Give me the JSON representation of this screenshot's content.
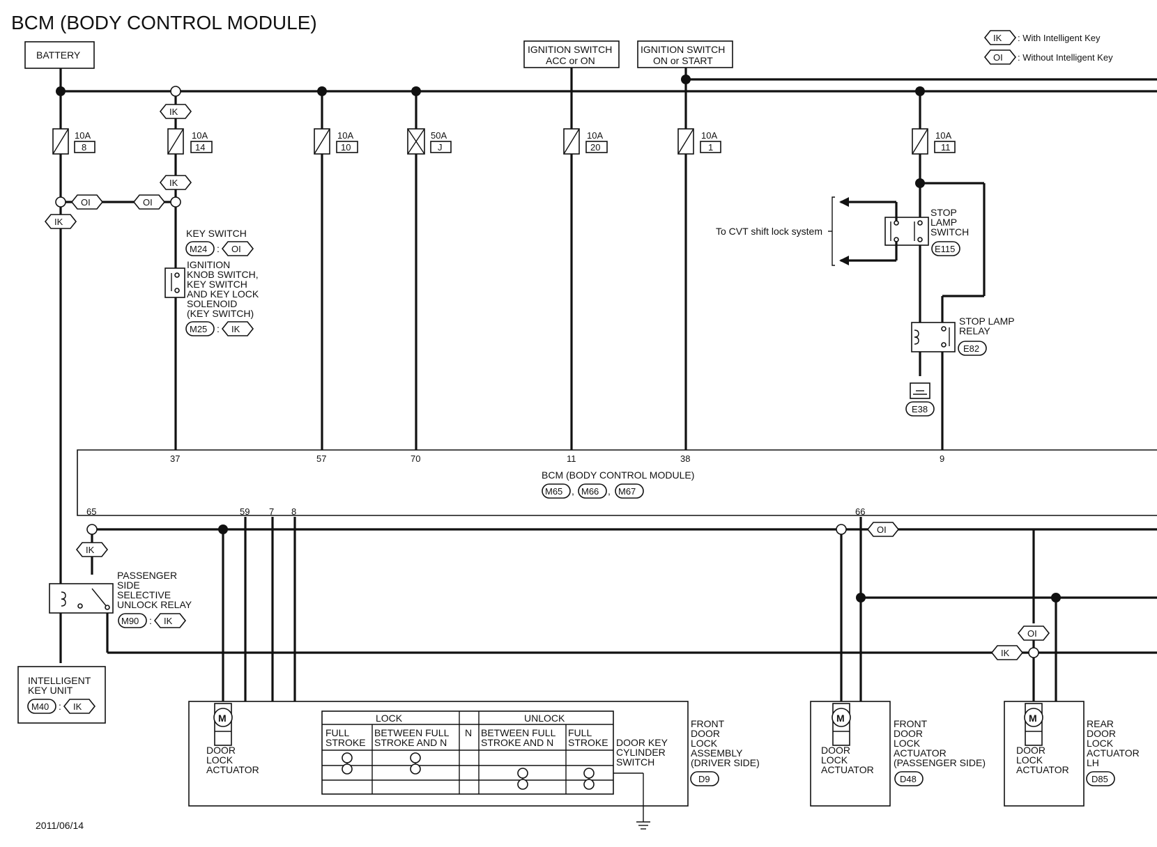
{
  "title": "BCM (BODY CONTROL MODULE)",
  "date": "2011/06/14",
  "legend": [
    {
      "code": "IK",
      "text": ": With Intelligent Key"
    },
    {
      "code": "OI",
      "text": ": Without Intelligent Key"
    }
  ],
  "sources": {
    "battery": "BATTERY",
    "ign_acc_on": [
      "IGNITION SWITCH",
      "ACC or ON"
    ],
    "ign_on_start": [
      "IGNITION SWITCH",
      "ON or START"
    ]
  },
  "fuses": [
    {
      "amp": "10A",
      "num": "8"
    },
    {
      "amp": "10A",
      "num": "14"
    },
    {
      "amp": "10A",
      "num": "10"
    },
    {
      "amp": "50A",
      "num": "J"
    },
    {
      "amp": "10A",
      "num": "20"
    },
    {
      "amp": "10A",
      "num": "1"
    },
    {
      "amp": "10A",
      "num": "11"
    }
  ],
  "option_tags": {
    "ik": "IK",
    "oi": "OI"
  },
  "key_switch": {
    "label": "KEY SWITCH",
    "connector1": "M24",
    "name_lines": [
      "IGNITION",
      "KNOB SWITCH,",
      "KEY SWITCH",
      "AND KEY LOCK",
      "SOLENOID",
      "(KEY SWITCH)"
    ],
    "connector2": "M25"
  },
  "stop_lamp_switch": {
    "lines": [
      "STOP",
      "LAMP",
      "SWITCH"
    ],
    "connector": "E115"
  },
  "cvt_text": "To CVT shift lock system",
  "stop_lamp_relay": {
    "lines": [
      "STOP LAMP",
      "RELAY"
    ],
    "connector": "E82"
  },
  "ground_connector": "E38",
  "bcm": {
    "label": "BCM (BODY CONTROL MODULE)",
    "connectors": [
      "M65",
      "M66",
      "M67"
    ],
    "top_pins": [
      "37",
      "57",
      "70",
      "11",
      "38",
      "9"
    ],
    "bottom_pins": [
      "65",
      "59",
      "7",
      "8",
      "66"
    ]
  },
  "passenger_relay": {
    "lines": [
      "PASSENGER",
      "SIDE",
      "SELECTIVE",
      "UNLOCK RELAY"
    ],
    "connector": "M90"
  },
  "intelligent_key_unit": {
    "lines": [
      "INTELLIGENT",
      "KEY UNIT"
    ],
    "connector": "M40"
  },
  "motor_symbol": "M",
  "actuator_label": [
    "DOOR",
    "LOCK",
    "ACTUATOR"
  ],
  "switch_table": {
    "lock": "LOCK",
    "unlock": "UNLOCK",
    "n": "N",
    "col1": [
      "FULL",
      "STROKE"
    ],
    "col2": [
      "BETWEEN FULL",
      "STROKE AND N"
    ],
    "col3": [
      "BETWEEN FULL",
      "STROKE AND N"
    ],
    "col4": [
      "FULL",
      "STROKE"
    ]
  },
  "door_key_cylinder": [
    "DOOR KEY",
    "CYLINDER",
    "SWITCH"
  ],
  "front_driver": {
    "lines": [
      "FRONT",
      "DOOR",
      "LOCK",
      "ASSEMBLY",
      "(DRIVER SIDE)"
    ],
    "connector": "D9"
  },
  "front_passenger": {
    "lines": [
      "FRONT",
      "DOOR",
      "LOCK",
      "ACTUATOR",
      "(PASSENGER SIDE)"
    ],
    "connector": "D48"
  },
  "rear_lh": {
    "lines": [
      "REAR",
      "DOOR",
      "LOCK",
      "ACTUATOR",
      "LH"
    ],
    "connector": "D85"
  }
}
